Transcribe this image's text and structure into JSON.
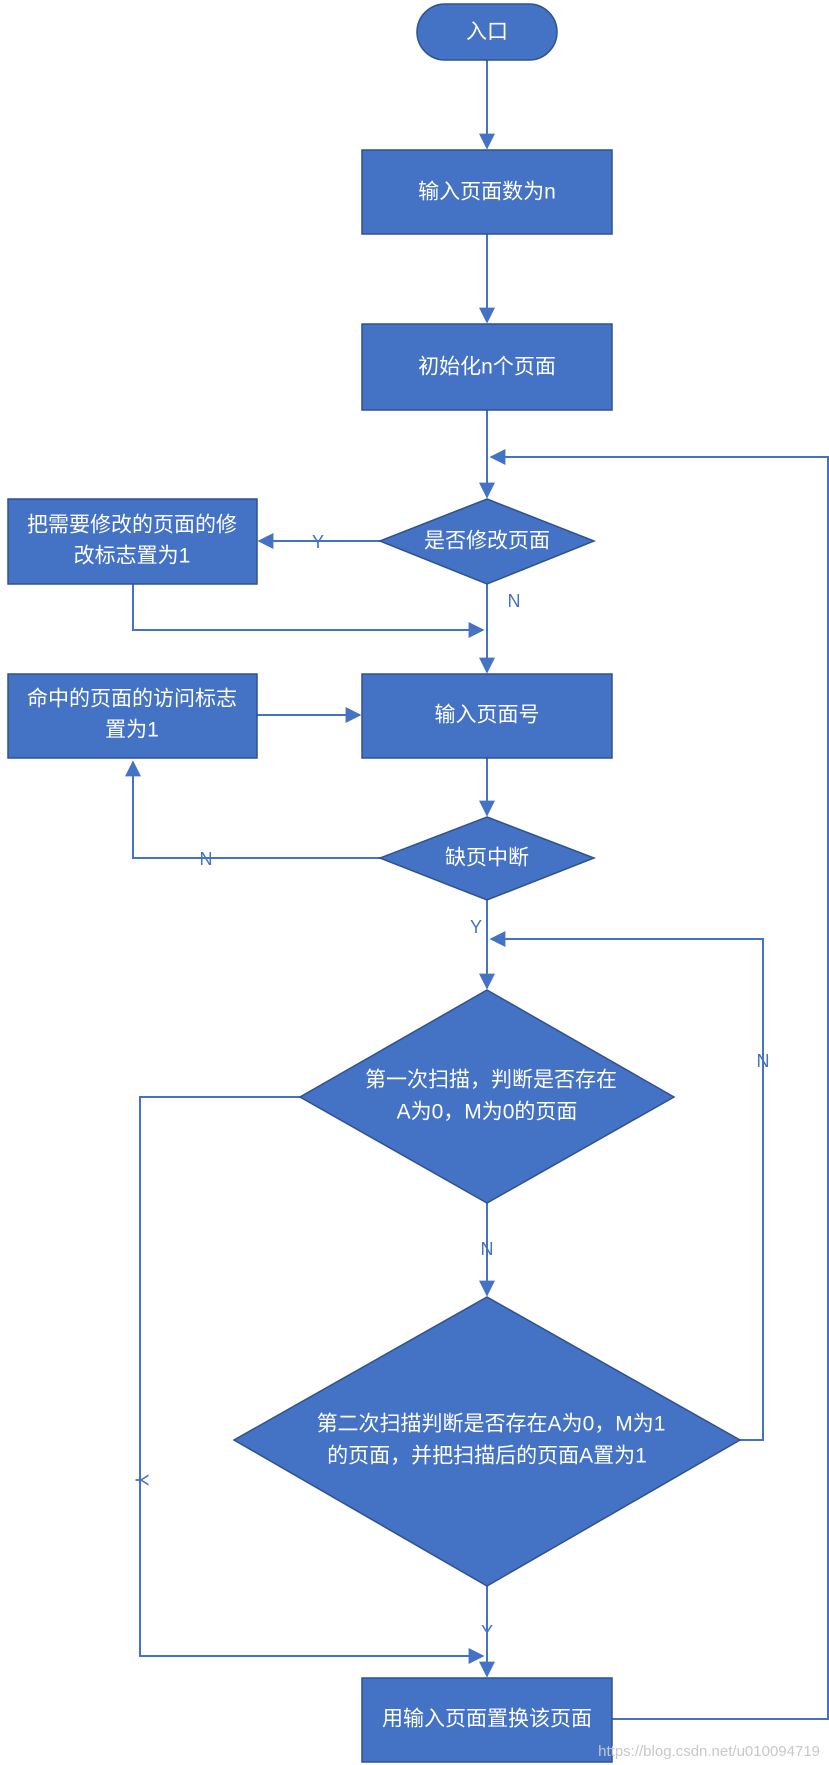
{
  "colors": {
    "node_fill": "#4472c4",
    "node_stroke": "#2f528f",
    "line": "#4472c4",
    "label": "#4472c4"
  },
  "nodes": {
    "entry": "入口",
    "input_count": "输入页面数为n",
    "init_pages": "初始化n个页面",
    "modify_decision": "是否修改页面",
    "set_modify_flag": [
      "把需要修改的页面的修",
      "改标志置为1"
    ],
    "input_page_number": "输入页面号",
    "hit_access_flag": [
      "命中的页面的访问标志",
      "置为1"
    ],
    "page_fault_decision": "缺页中断",
    "first_scan_decision": [
      "第一次扫描，判断是否存在",
      "A为0，M为0的页面"
    ],
    "second_scan_decision": [
      "第二次扫描判断是否存在A为0，M为1",
      "的页面，并把扫描后的页面A置为1"
    ],
    "replace_page": "用输入页面置换该页面"
  },
  "edge_labels": {
    "modify_yes": "Y",
    "modify_no": "N",
    "fault_no": "N",
    "fault_yes": "Y",
    "first_scan_no": "N",
    "first_scan_yes": "Y",
    "second_scan_no": "N",
    "second_scan_yes": "Y"
  },
  "watermark": "https://blog.csdn.net/u010094719"
}
